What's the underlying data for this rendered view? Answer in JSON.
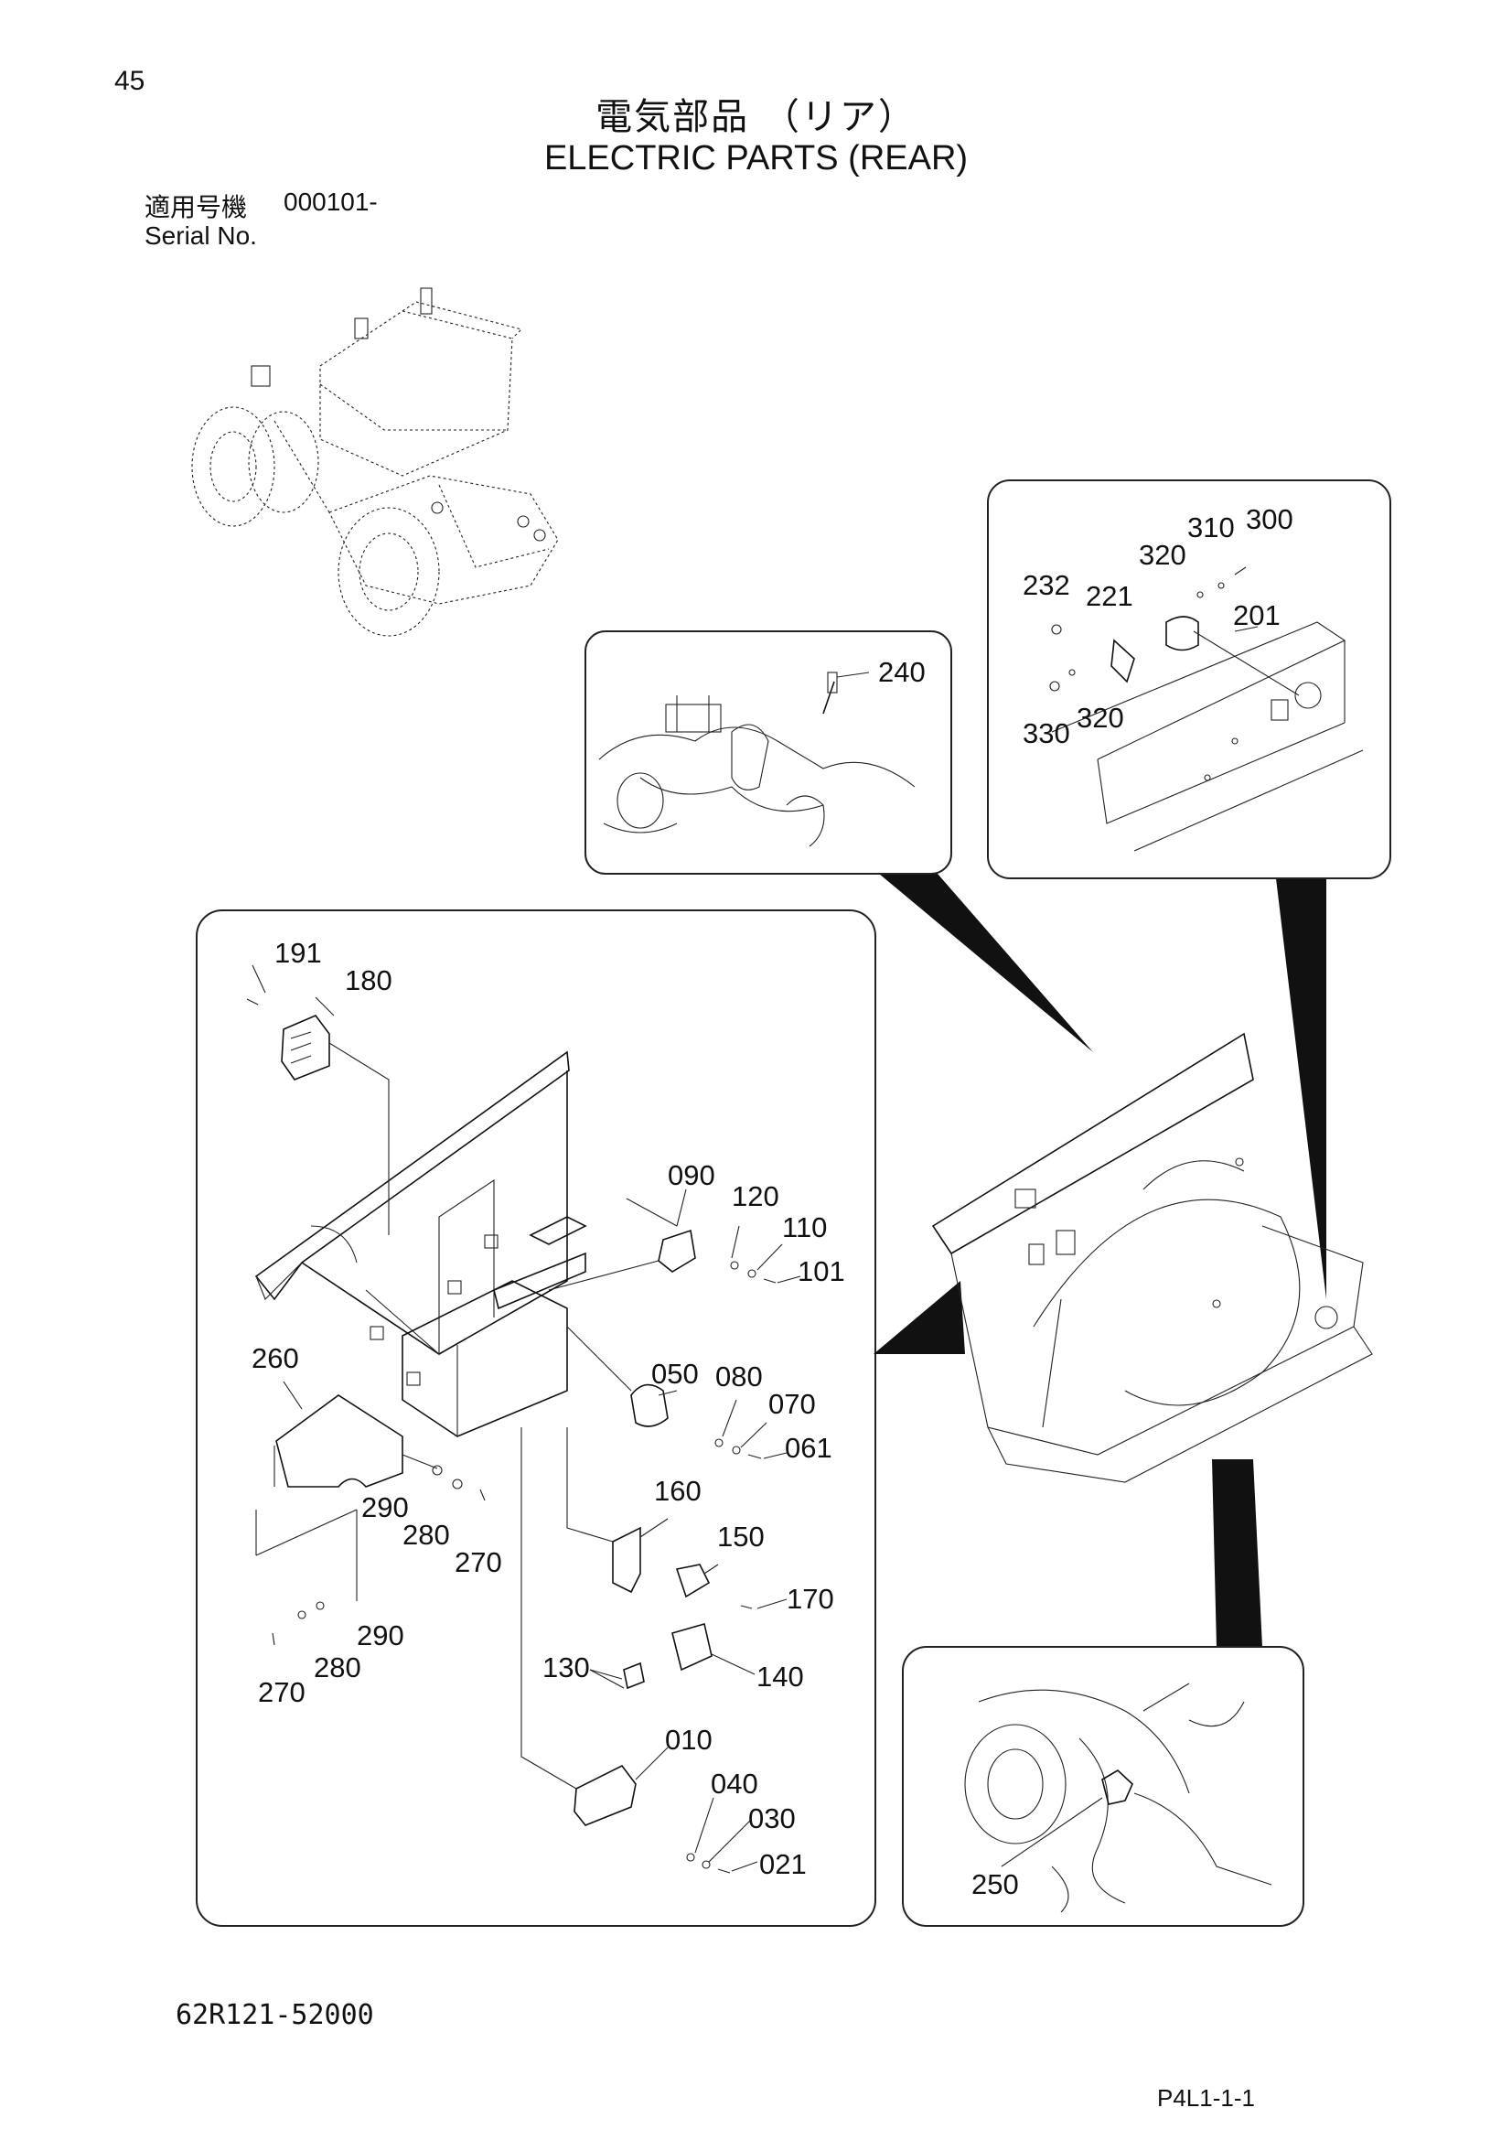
{
  "page_number": "45",
  "title_jp": "電気部品 （リア）",
  "title_en": "ELECTRIC PARTS (REAR)",
  "serial": {
    "label_jp": "適用号機",
    "value": "000101-",
    "label_en": "Serial No."
  },
  "doc_code": "62R121-52000",
  "page_code": "P4L1-1-1",
  "callouts": {
    "p191": "191",
    "p180": "180",
    "p090": "090",
    "p120": "120",
    "p110": "110",
    "p101": "101",
    "p260": "260",
    "p050": "050",
    "p080": "080",
    "p070": "070",
    "p061": "061",
    "p290a": "290",
    "p280a": "280",
    "p270a": "270",
    "p160": "160",
    "p150": "150",
    "p170": "170",
    "p290b": "290",
    "p280b": "280",
    "p270b": "270",
    "p130": "130",
    "p140": "140",
    "p010": "010",
    "p040": "040",
    "p030": "030",
    "p021": "021",
    "p240": "240",
    "p310": "310",
    "p300": "300",
    "p320a": "320",
    "p232": "232",
    "p221": "221",
    "p201": "201",
    "p330": "330",
    "p320b": "320",
    "p250": "250"
  }
}
